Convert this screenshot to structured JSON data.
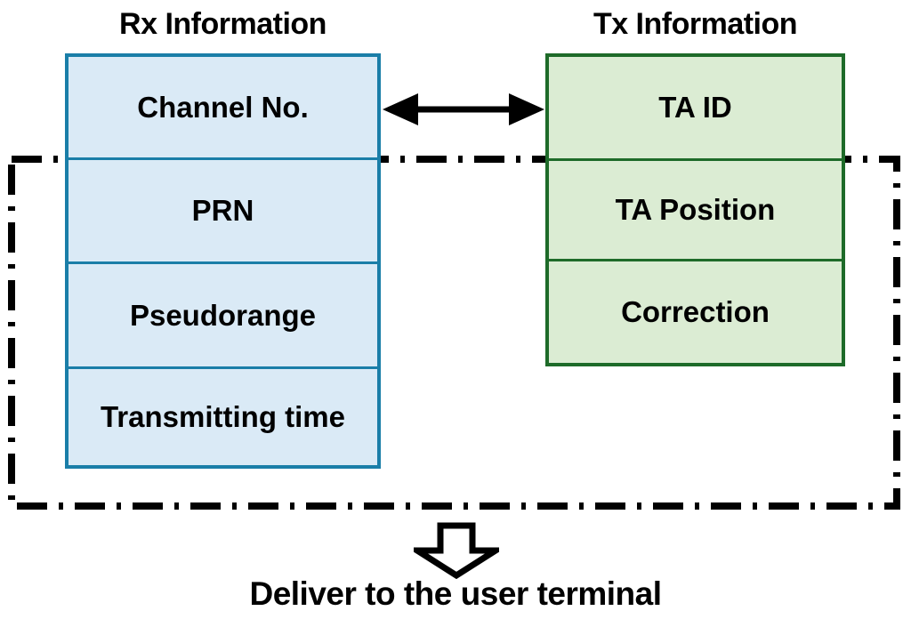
{
  "diagram": {
    "title_rx": "Rx Information",
    "title_tx": "Tx Information",
    "rx_panel": {
      "label": "Rx Information",
      "border_color": "#1a7ea8",
      "fill_color": "#daeaf6",
      "fields": [
        {
          "label": "Channel No."
        },
        {
          "label": "PRN"
        },
        {
          "label": "Pseudorange"
        },
        {
          "label": "Transmitting time"
        }
      ]
    },
    "tx_panel": {
      "label": "Tx Information",
      "border_color": "#1e6b29",
      "fill_color": "#dbecd3",
      "fields": [
        {
          "label": "TA ID"
        },
        {
          "label": "TA Position"
        },
        {
          "label": "Correction"
        }
      ]
    },
    "link_arrow": {
      "name": "double-headed-arrow",
      "style": "bidirectional",
      "color": "#000000"
    },
    "grouping_region": {
      "name": "dash-dot-enclosure",
      "style": "dash-dot",
      "color": "#000000"
    },
    "output": {
      "arrow_name": "hollow-down-arrow",
      "caption": "Deliver to the user terminal",
      "color": "#000000"
    }
  }
}
